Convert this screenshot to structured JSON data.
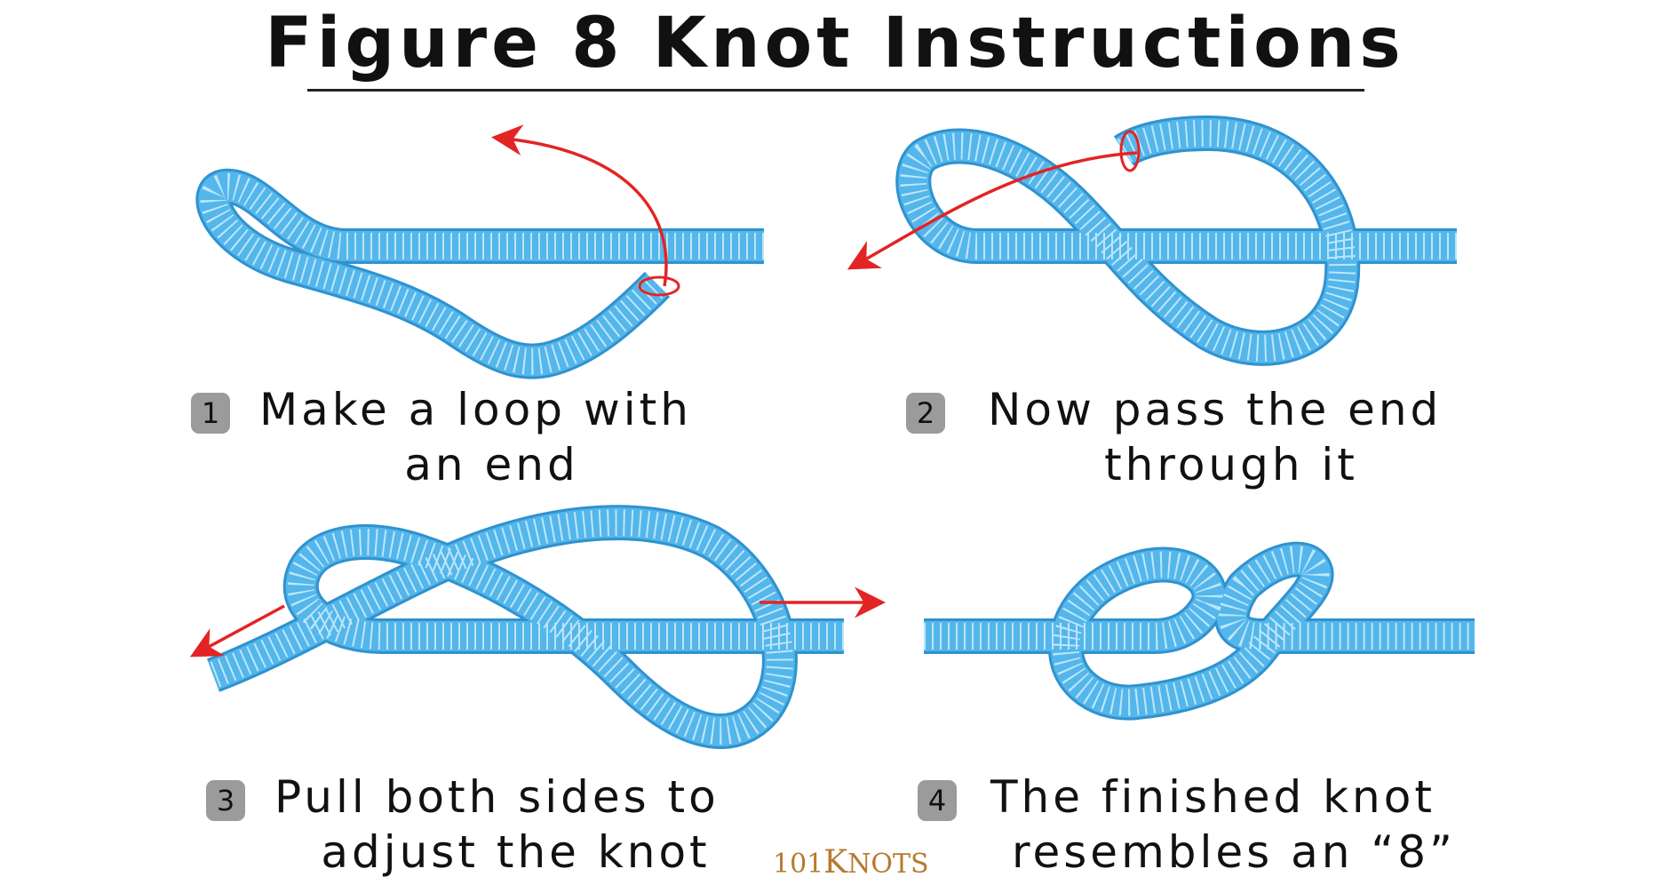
{
  "title": "Figure 8 Knot Instructions",
  "rope_color": "#54b6ea",
  "rope_edge_color": "#2f92cf",
  "arrow_color": "#e32424",
  "steps": [
    {
      "number": "1",
      "line1": "Make a loop with",
      "line2": "an end"
    },
    {
      "number": "2",
      "line1": "Now pass the end",
      "line2": "through it"
    },
    {
      "number": "3",
      "line1": "Pull both sides to",
      "line2": "adjust the knot"
    },
    {
      "number": "4",
      "line1": "The finished knot",
      "line2": "resembles an “8”"
    }
  ],
  "logo": {
    "prefix": "101",
    "k": "K",
    "rest": "NOTS"
  }
}
